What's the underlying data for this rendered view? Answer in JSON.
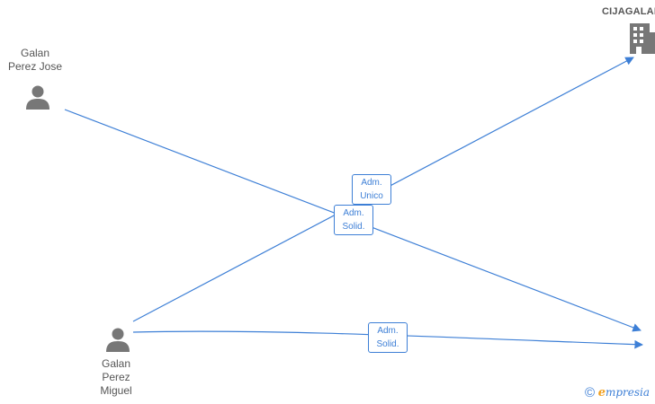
{
  "nodes": {
    "person_jose": {
      "label": "Galan\nPerez Jose",
      "icon": "person-icon"
    },
    "person_miguel": {
      "label": "Galan\nPerez\nMiguel",
      "icon": "person-icon"
    },
    "company_top": {
      "label": "CIJAGALAN",
      "icon": "building-icon"
    }
  },
  "edges": [
    {
      "label": "Adm.\nUnico"
    },
    {
      "label": "Adm.\nSolid."
    },
    {
      "label": "Adm.\nSolid."
    }
  ],
  "footer": {
    "copyright": "©",
    "brand_initial": "e",
    "brand_rest": "mpresia"
  },
  "colors": {
    "edge": "#3d7fd6",
    "icon": "#777777",
    "text": "#555555"
  }
}
